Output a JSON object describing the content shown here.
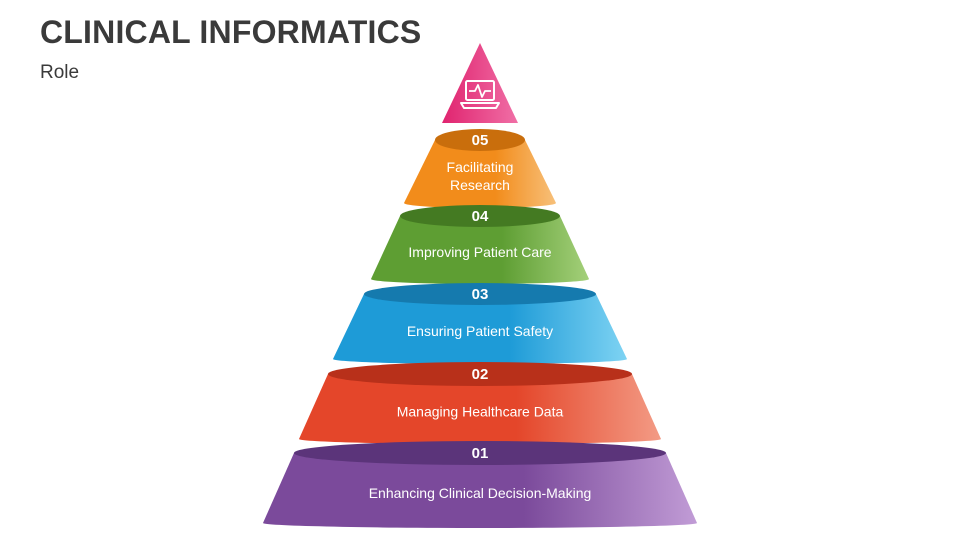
{
  "header": {
    "title": "CLINICAL INFORMATICS",
    "subtitle": "Role"
  },
  "apex": {
    "icon": "laptop-heartbeat-icon",
    "color": "#E0246F"
  },
  "levels": [
    {
      "number": "05",
      "label_lines": [
        "Facilitating",
        "Research"
      ],
      "color_main": "#F28C1B",
      "color_light": "#F7C07A",
      "color_top": "#C96E0C"
    },
    {
      "number": "04",
      "label_lines": [
        "Improving Patient Care"
      ],
      "color_main": "#5E9E33",
      "color_light": "#A4D07A",
      "color_top": "#447A22"
    },
    {
      "number": "03",
      "label_lines": [
        "Ensuring Patient Safety"
      ],
      "color_main": "#1E9BD7",
      "color_light": "#7ED3F3",
      "color_top": "#157AAE"
    },
    {
      "number": "02",
      "label_lines": [
        "Managing Healthcare Data"
      ],
      "color_main": "#E4462A",
      "color_light": "#F39B85",
      "color_top": "#B8301A"
    },
    {
      "number": "01",
      "label_lines": [
        "Enhancing Clinical Decision-Making"
      ],
      "color_main": "#7B4A9B",
      "color_light": "#C19CD6",
      "color_top": "#5B347A"
    }
  ]
}
